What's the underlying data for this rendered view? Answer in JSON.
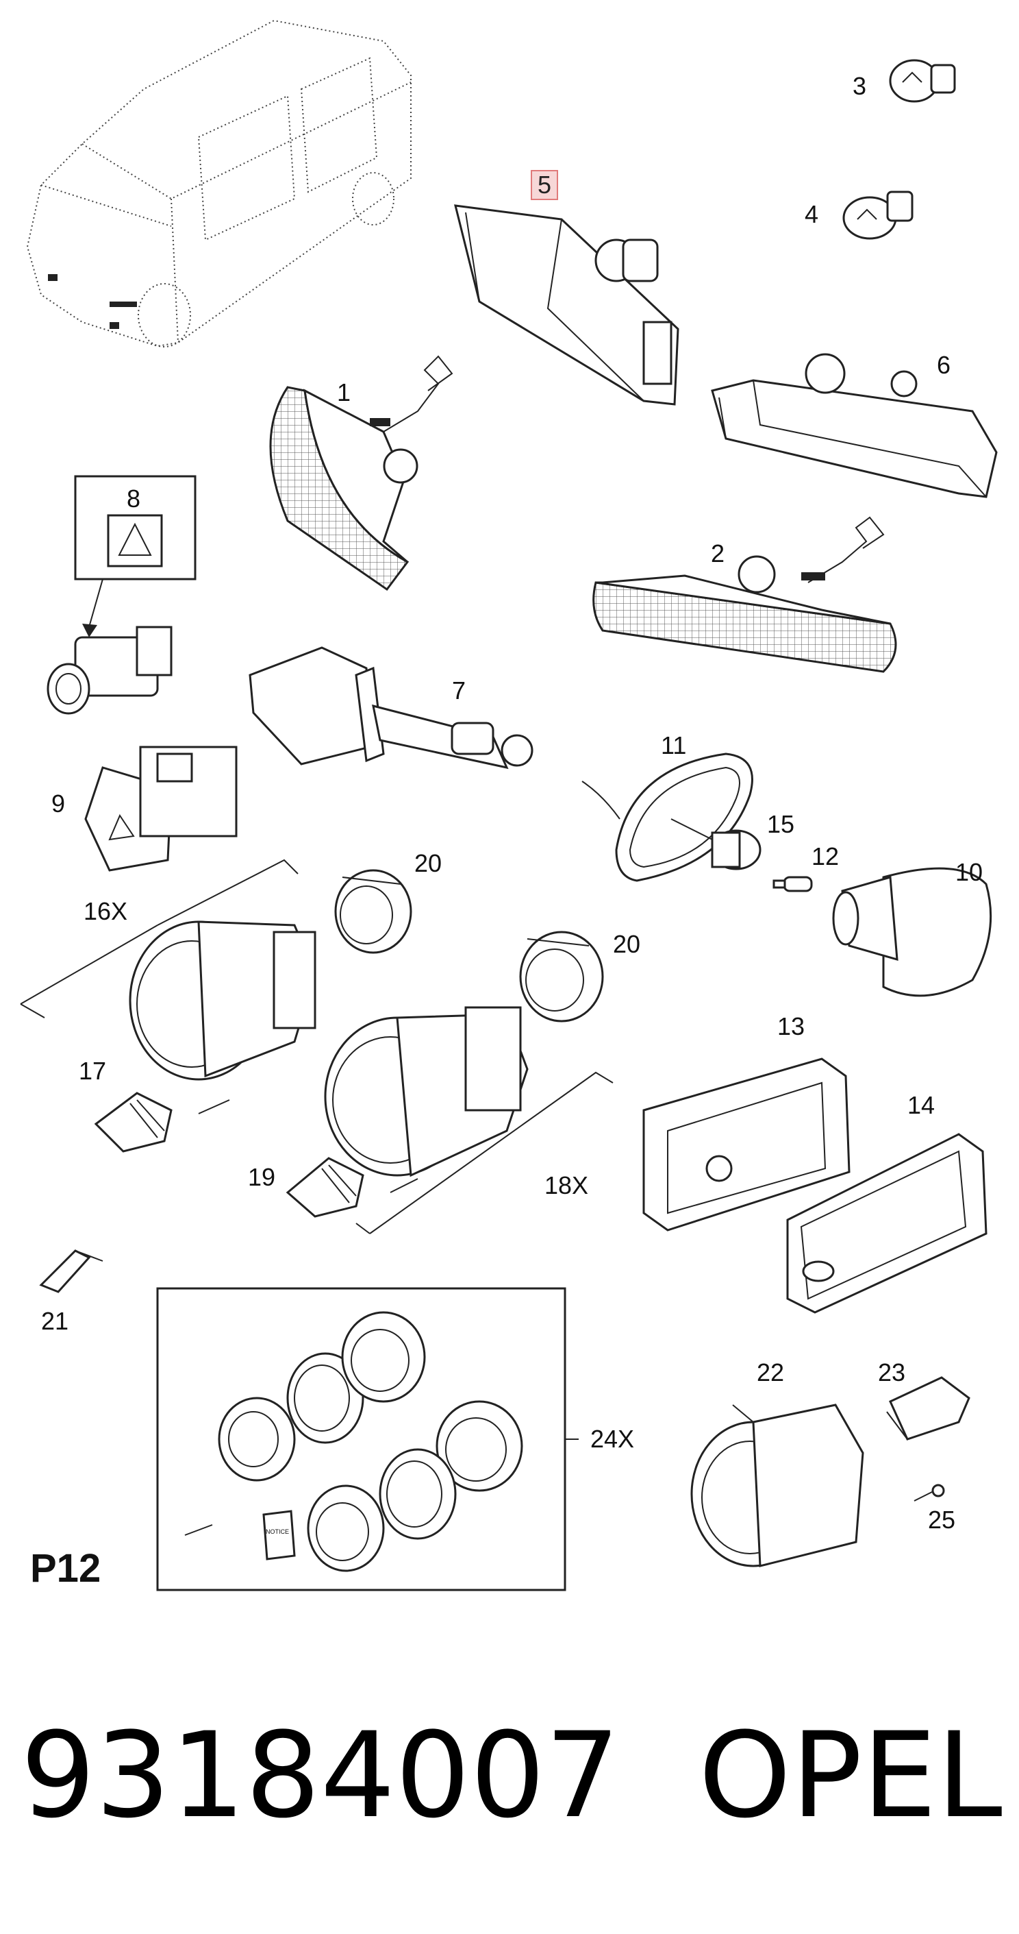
{
  "diagram": {
    "callouts": {
      "c1": "1",
      "c2": "2",
      "c3": "3",
      "c4": "4",
      "c5": "5",
      "c6": "6",
      "c7": "7",
      "c8": "8",
      "c9": "9",
      "c10": "10",
      "c11": "11",
      "c12": "12",
      "c13": "13",
      "c14": "14",
      "c15": "15",
      "c16": "16X",
      "c17": "17",
      "c18": "18X",
      "c19": "19",
      "c20a": "20",
      "c20b": "20",
      "c21": "21",
      "c22": "22",
      "c23": "23",
      "c24": "24X",
      "c25": "25"
    },
    "highlighted_callout": "5",
    "page_code": "P12",
    "notice_label": "NOTICE"
  },
  "footer": {
    "part_number": "93184007",
    "brand": "OPEL"
  },
  "colors": {
    "highlight_fill": "#f7d7d7",
    "highlight_border": "#e07a7a",
    "line": "#222222"
  }
}
